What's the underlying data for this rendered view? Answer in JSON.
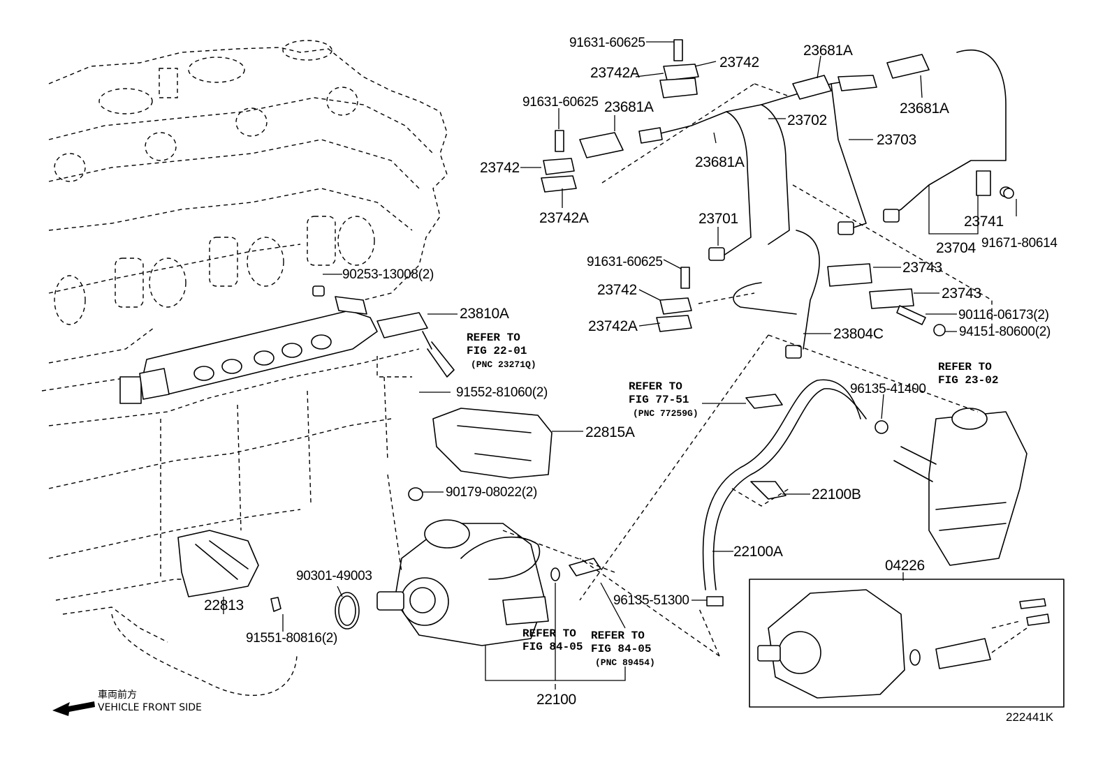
{
  "figure_id": "222441K",
  "orientation": {
    "label_jp": "車両前方",
    "label_en": "VEHICLE FRONT SIDE",
    "icon": "arrow-left-icon"
  },
  "parts": {
    "p91631_top": "91631-60625",
    "p23742_top": "23742",
    "p23742A_top": "23742A",
    "p23681A_top": "23681A",
    "p23681A_right": "23681A",
    "p91631_mid": "91631-60625",
    "p23681A_left": "23681A",
    "p23702": "23702",
    "p23703": "23703",
    "p23742_left": "23742",
    "p23681A_center": "23681A",
    "p23742A_left": "23742A",
    "p23701": "23701",
    "p23741": "23741",
    "p91671": "91671-80614",
    "p23704": "23704",
    "p91631_low": "91631-60625",
    "p23743_a": "23743",
    "p23742_low": "23742",
    "p23743_b": "23743",
    "p90116": "90116-06173(2)",
    "p23742A_low": "23742A",
    "p23804C": "23804C",
    "p94151": "94151-80600(2)",
    "p90253": "90253-13008(2)",
    "p23810A": "23810A",
    "p91552": "91552-81060(2)",
    "p22815A": "22815A",
    "p90179": "90179-08022(2)",
    "p96135_41400": "96135-41400",
    "p22100B": "22100B",
    "p22100A": "22100A",
    "p90301": "90301-49003",
    "p22813": "22813",
    "p91551": "91551-80816(2)",
    "p96135_51300": "96135-51300",
    "p04226": "04226",
    "p22100": "22100"
  },
  "references": {
    "fig2201": {
      "line1": "REFER TO",
      "line2": "FIG 22-01",
      "pnc": "(PNC 23271Q)"
    },
    "fig7751": {
      "line1": "REFER TO",
      "line2": "FIG 77-51",
      "pnc": "(PNC 77259G)"
    },
    "fig2302": {
      "line1": "REFER TO",
      "line2": "FIG 23-02"
    },
    "fig8405a": {
      "line1": "REFER TO",
      "line2": "FIG 84-05"
    },
    "fig8405b": {
      "line1": "REFER TO",
      "line2": "FIG 84-05",
      "pnc": "(PNC 89454)"
    }
  }
}
